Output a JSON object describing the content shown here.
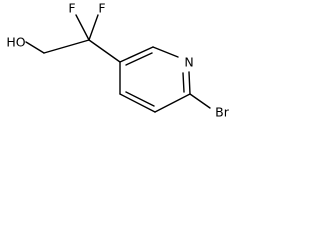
{
  "molecule": {
    "atoms": {
      "hydroxyl": "HO",
      "fluorine_1": "F",
      "fluorine_2": "F",
      "nitrogen": "N",
      "bromine": "Br"
    }
  }
}
